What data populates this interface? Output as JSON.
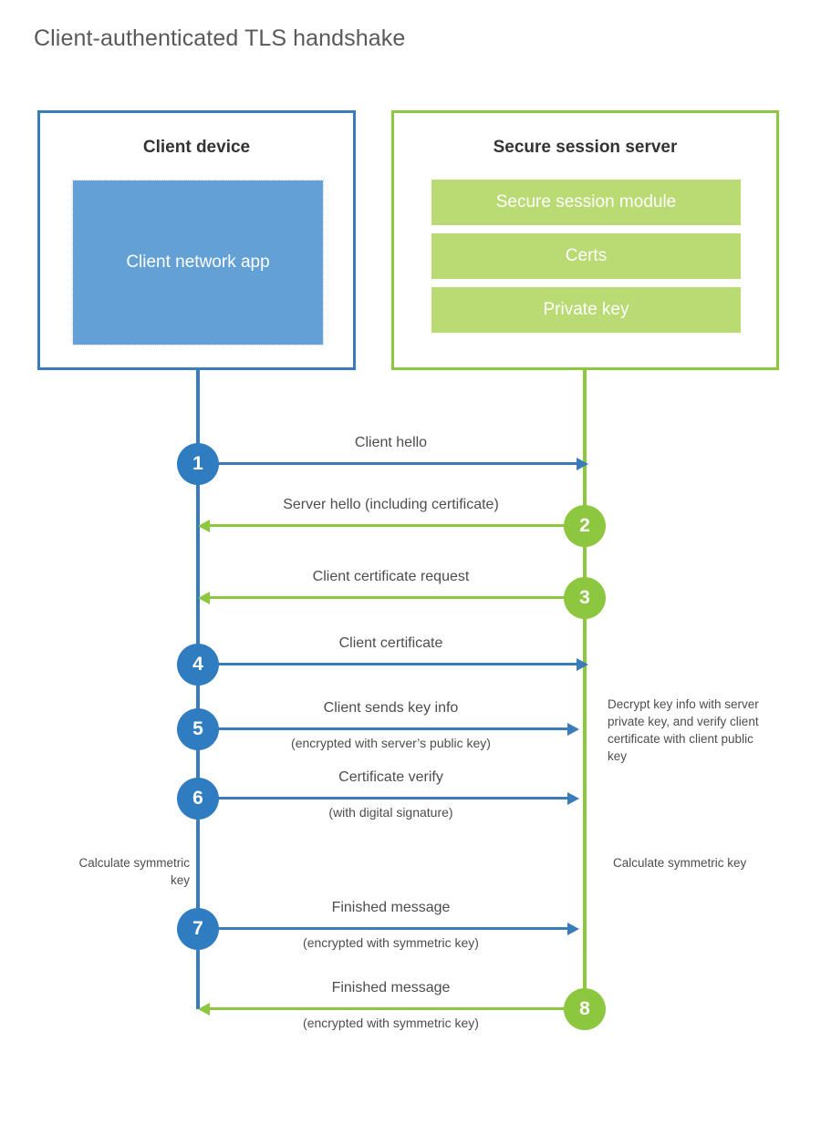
{
  "title": "Client-authenticated TLS handshake",
  "colors": {
    "client_blue": "#3a7cba",
    "client_app_fill": "#63a0d6",
    "server_green": "#8dc63f",
    "server_module_fill": "#bada73",
    "badge_blue": "#2f7dc0",
    "text_gray": "#4d4d4d",
    "title_gray": "#595959"
  },
  "client": {
    "title": "Client device",
    "app_label": "Client network app"
  },
  "server": {
    "title": "Secure session server",
    "modules": [
      {
        "label": "Secure session module"
      },
      {
        "label": "Certs"
      },
      {
        "label": "Private key"
      }
    ]
  },
  "messages": [
    {
      "num": "1",
      "label": "Client hello",
      "sublabel": "",
      "direction": "client-to-server",
      "color": "blue"
    },
    {
      "num": "2",
      "label": "Server hello (including certificate)",
      "sublabel": "",
      "direction": "server-to-client",
      "color": "green"
    },
    {
      "num": "3",
      "label": "Client certificate request",
      "sublabel": "",
      "direction": "server-to-client",
      "color": "green"
    },
    {
      "num": "4",
      "label": "Client certificate",
      "sublabel": "",
      "direction": "client-to-server",
      "color": "blue"
    },
    {
      "num": "5",
      "label": "Client sends key info",
      "sublabel": "(encrypted with server’s public key)",
      "direction": "client-to-server",
      "color": "blue"
    },
    {
      "num": "6",
      "label": "Certificate verify",
      "sublabel": "(with digital signature)",
      "direction": "client-to-server",
      "color": "blue"
    },
    {
      "num": "7",
      "label": "Finished message",
      "sublabel": "(encrypted with symmetric key)",
      "direction": "client-to-server",
      "color": "blue"
    },
    {
      "num": "8",
      "label": "Finished message",
      "sublabel": "(encrypted with symmetric key)",
      "direction": "server-to-client",
      "color": "green"
    }
  ],
  "notes": {
    "decrypt": "Decrypt key info with server private key, and verify client certificate with client public key",
    "calculate_client": "Calculate symmetric key",
    "calculate_server": "Calculate symmetric key"
  }
}
